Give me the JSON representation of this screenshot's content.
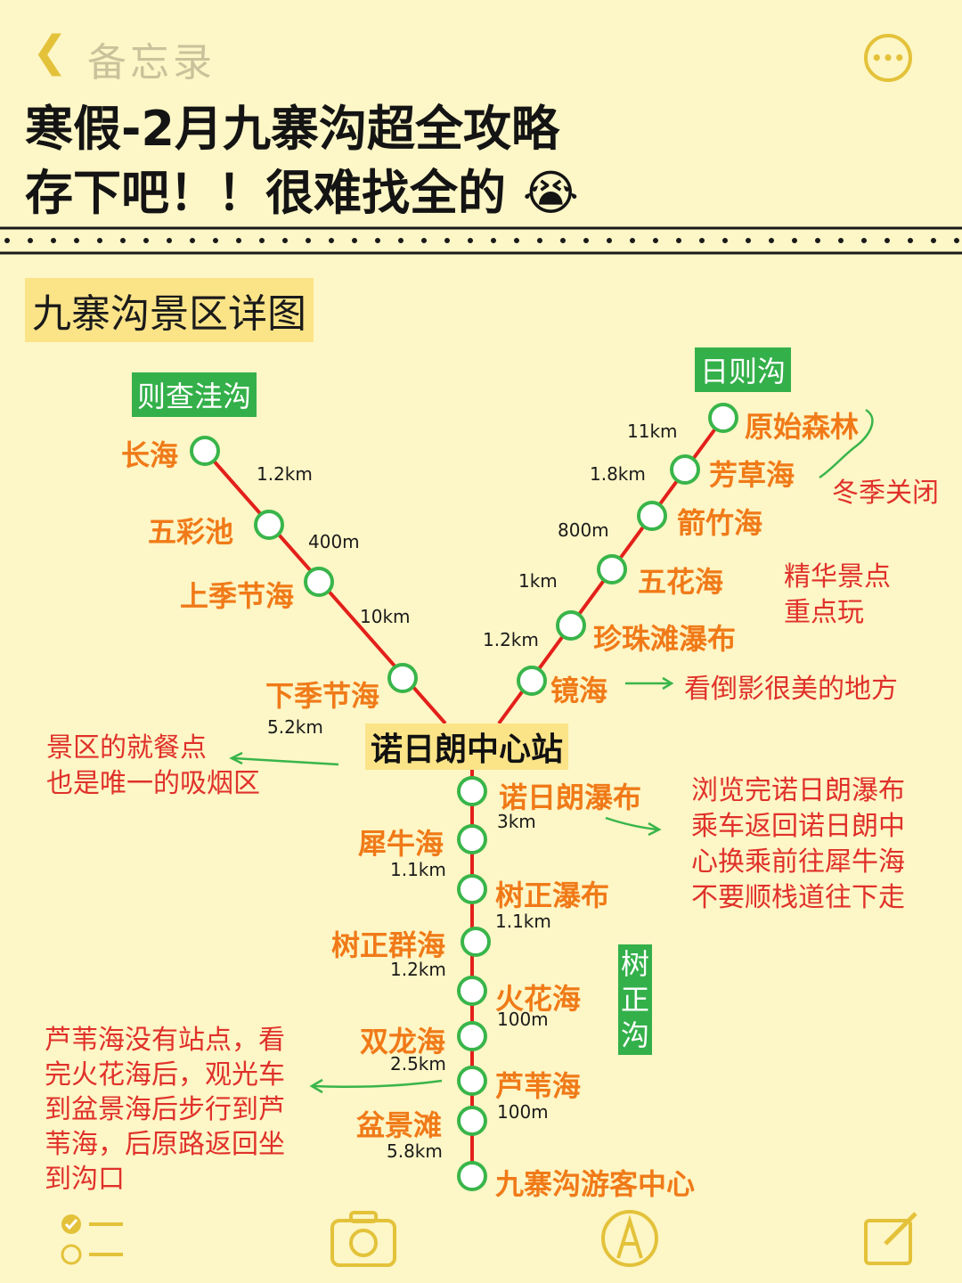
{
  "top_bar": {
    "back_label": "备忘录",
    "back_icon": "chevron-left-icon",
    "more_icon": "ellipsis-icon",
    "accent": "#e3c23a"
  },
  "title": {
    "line1": "寒假-2月九寨沟超全攻略",
    "line2": "存下吧！！很难找全的 😭"
  },
  "section": {
    "label": "九寨沟景区详图"
  },
  "zones": {
    "zechawa": "则查洼沟",
    "rize": "日则沟",
    "shuzheng": [
      "树",
      "正",
      "沟"
    ]
  },
  "hub": {
    "label": "诺日朗中心站"
  },
  "left_branch": {
    "stations": [
      "长海",
      "五彩池",
      "上季节海",
      "下季节海"
    ],
    "distances": [
      "1.2km",
      "400m",
      "10km",
      "5.2km"
    ]
  },
  "right_branch": {
    "stations": [
      "原始森林",
      "芳草海",
      "箭竹海",
      "五花海",
      "珍珠滩瀑布",
      "镜海"
    ],
    "distances": [
      "11km",
      "1.8km",
      "800m",
      "1km",
      "1.2km"
    ]
  },
  "trunk": {
    "stations": [
      "诺日朗瀑布",
      "犀牛海",
      "树正瀑布",
      "树正群海",
      "火花海",
      "双龙海",
      "芦苇海",
      "盆景滩",
      "九寨沟游客中心"
    ],
    "distances": [
      "3km",
      "1.1km",
      "1.1km",
      "1.2km",
      "100m",
      "2.5km",
      "100m",
      "5.8km"
    ]
  },
  "notes": {
    "winter_closed": "冬季关闭",
    "highlight": [
      "精华景点",
      "重点玩"
    ],
    "mirror": "看倒影很美的地方",
    "dining": [
      "景区的就餐点",
      "也是唯一的吸烟区"
    ],
    "nuorilang": [
      "浏览完诺日朗瀑布",
      "乘车返回诺日朗中",
      "心换乘前往犀牛海",
      "不要顺栈道往下走"
    ],
    "luwei": [
      "芦苇海没有站点，看",
      "完火花海后，观光车",
      "到盆景海后步行到芦",
      "苇海，后原路返回坐",
      "到沟口"
    ]
  },
  "bottom_bar": {
    "icons": [
      "checklist-icon",
      "camera-icon",
      "pen-markup-icon",
      "compose-icon"
    ]
  },
  "colors": {
    "background": "#fdf6c6",
    "line": "#e3201b",
    "station_ring": "#39b54a",
    "station_text": "#f07a18",
    "note_text": "#e0312a",
    "zone_bg": "#34b04a",
    "arrow": "#39b54a"
  }
}
